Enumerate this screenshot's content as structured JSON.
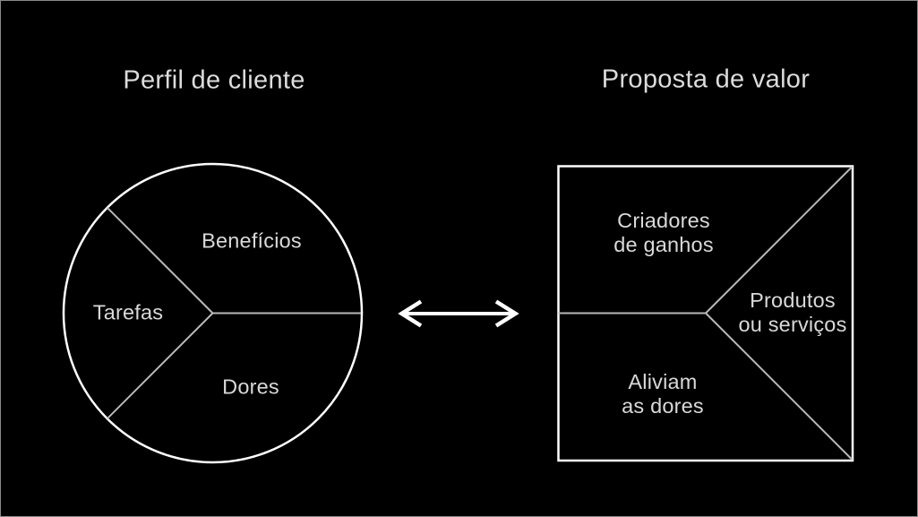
{
  "diagram": {
    "customer_profile": {
      "title": "Perfil de cliente",
      "shape": "circle",
      "segments": [
        {
          "label": "Benefícios",
          "position": "top-right"
        },
        {
          "label": "Tarefas",
          "position": "left"
        },
        {
          "label": "Dores",
          "position": "bottom-right"
        }
      ]
    },
    "fit_arrow": {
      "icon": "double-arrow-icon",
      "direction": "horizontal-bidirectional"
    },
    "value_proposition": {
      "title": "Proposta de valor",
      "shape": "square",
      "sections": [
        {
          "label_lines": [
            "Criadores",
            "de ganhos"
          ],
          "position": "top"
        },
        {
          "label_lines": [
            "Produtos",
            "ou serviços"
          ],
          "position": "right"
        },
        {
          "label_lines": [
            "Aliviam",
            "as dores"
          ],
          "position": "bottom"
        }
      ]
    }
  },
  "colors": {
    "background": "#000000",
    "outline": "#fdfdfd",
    "divider": "#b9b9b9",
    "text": "#d9d9d9",
    "title_text": "#dcdcdc",
    "arrow": "#ffffff",
    "page_border": "#8a8a8a"
  }
}
